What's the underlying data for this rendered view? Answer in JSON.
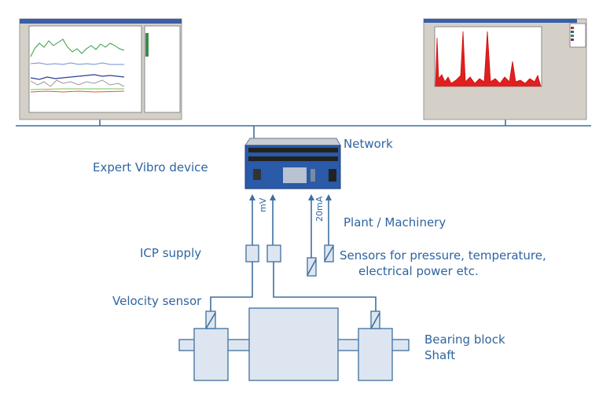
{
  "labels": {
    "network": "Network",
    "device": "Expert Vibro device",
    "mv": "mV",
    "ma": "20mA",
    "plant": "Plant / Machinery",
    "icp": "ICP supply",
    "sensors_line1": "Sensors for pressure, temperature,",
    "sensors_line2": "electrical power etc.",
    "velocity": "Velocity sensor",
    "bearing": "Bearing block",
    "shaft": "Shaft"
  },
  "colors": {
    "line": "#3f6f9f",
    "text": "#2f64a0",
    "fill": "#dde6f0",
    "device": "#2a5aa8"
  }
}
